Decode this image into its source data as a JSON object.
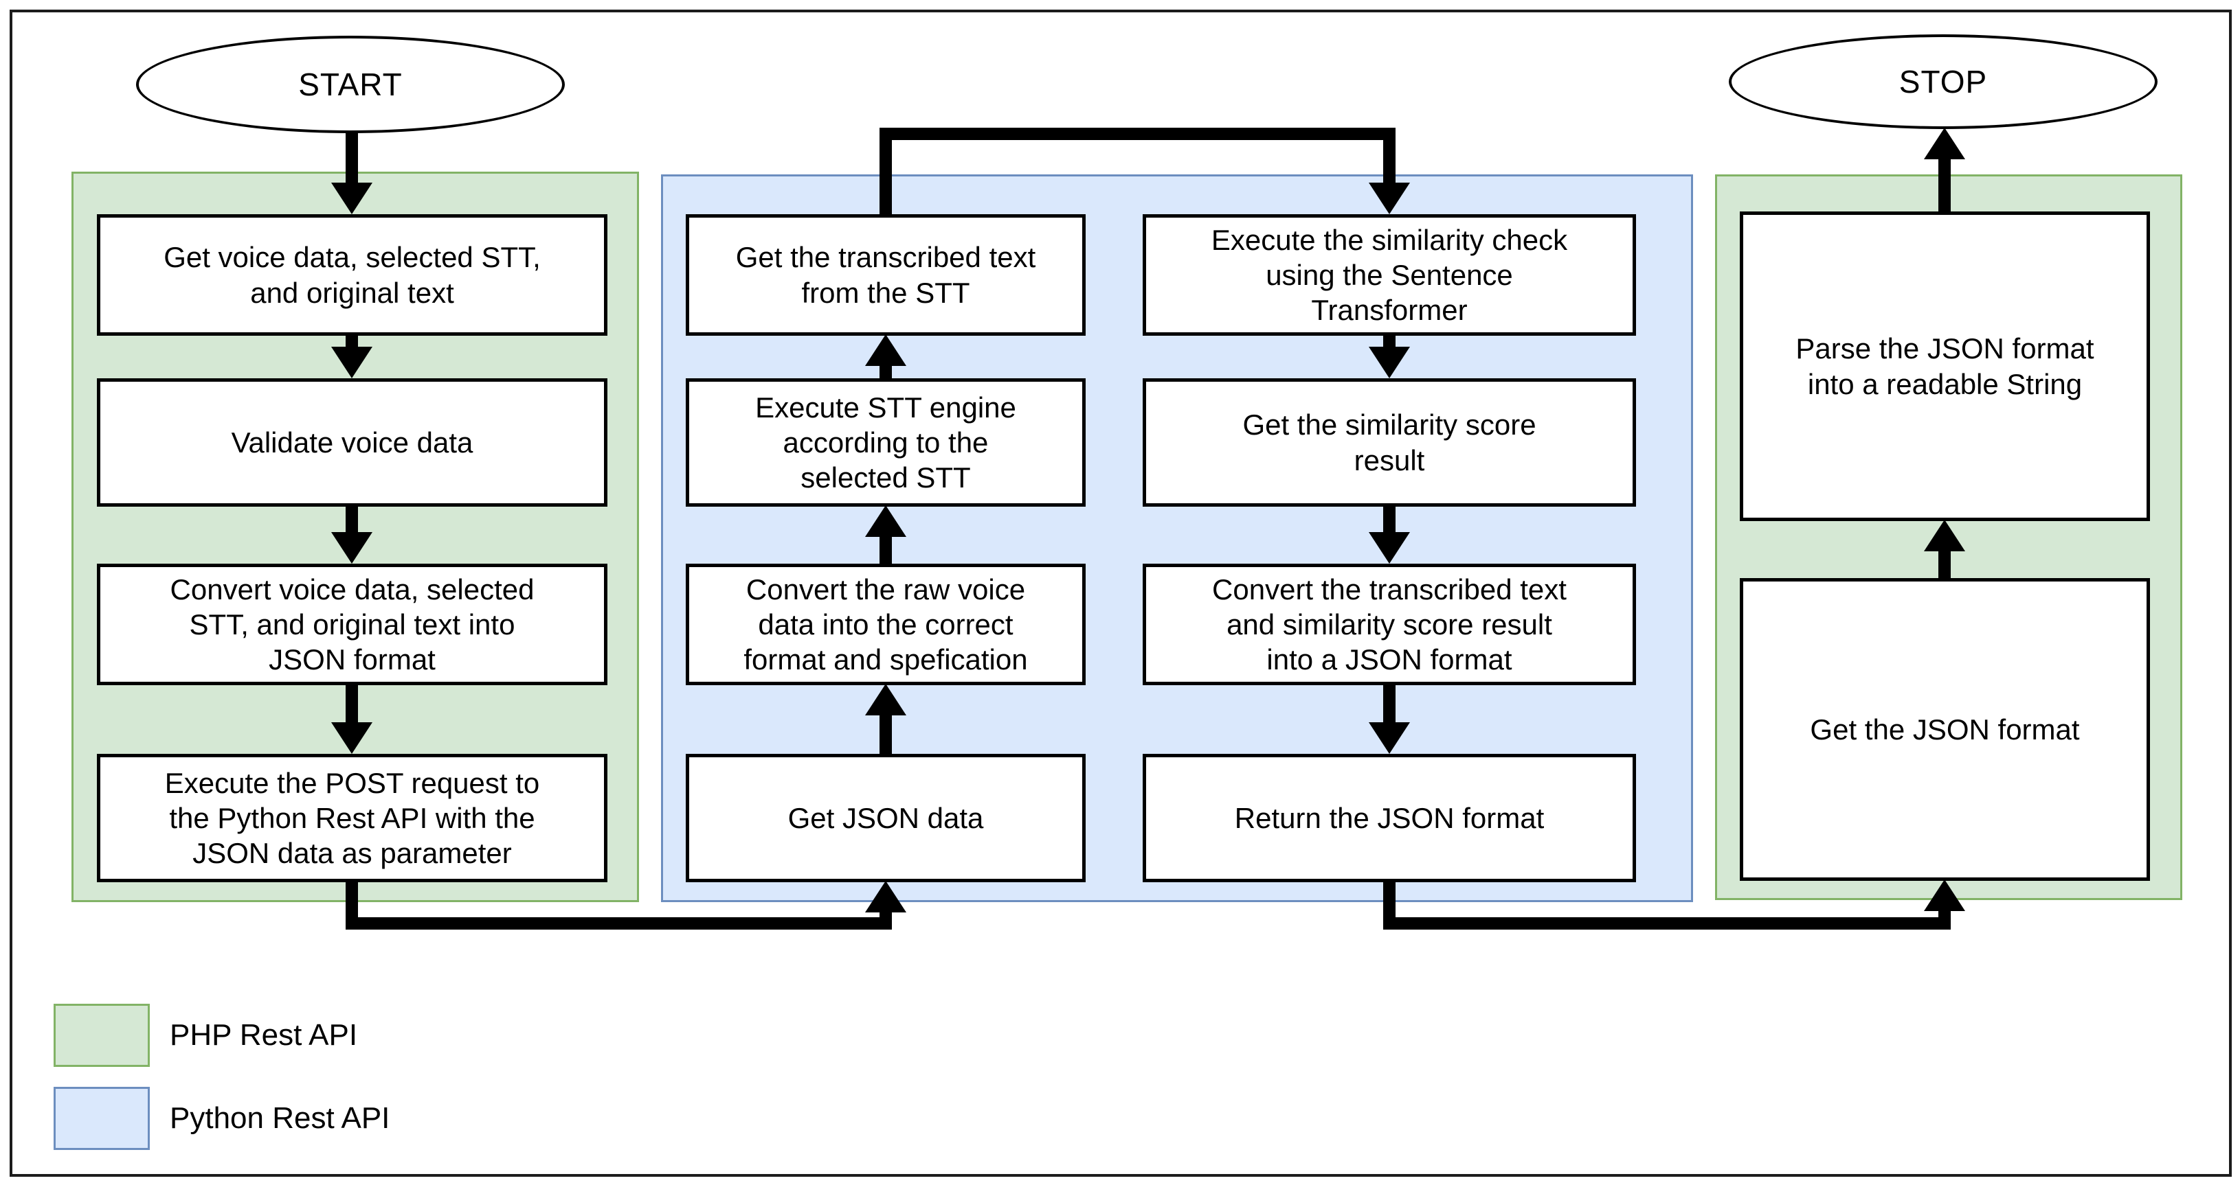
{
  "flow": {
    "start": "START",
    "stop": "STOP",
    "php_left": [
      "Get voice data, selected STT,\nand original text",
      "Validate voice data",
      "Convert voice data, selected\nSTT, and original text into\nJSON format",
      "Execute the POST request to\nthe Python Rest API with the\nJSON data as parameter"
    ],
    "python_left": [
      "Get the transcribed text\nfrom the STT",
      "Execute STT engine\naccording to the\nselected STT",
      "Convert the raw voice\ndata into the correct\nformat and spefication",
      "Get JSON data"
    ],
    "python_right": [
      "Execute the similarity check\nusing the Sentence\nTransformer",
      "Get the similarity score\nresult",
      "Convert the transcribed text\nand similarity score result\ninto a JSON format",
      "Return the JSON format"
    ],
    "php_right": [
      "Parse the JSON format\ninto a readable String",
      "Get the JSON format"
    ]
  },
  "legend": {
    "items": [
      {
        "label": "PHP Rest API",
        "fill": "#d5e8d4",
        "border": "#82b366"
      },
      {
        "label": "Python Rest API",
        "fill": "#dae8fc",
        "border": "#6c8ebf"
      }
    ]
  },
  "colors": {
    "php_fill": "#d5e8d4",
    "php_border": "#82b366",
    "python_fill": "#dae8fc",
    "python_border": "#6c8ebf",
    "node_border": "#000000",
    "arrow": "#000000",
    "frame": "#1c1c1c"
  }
}
